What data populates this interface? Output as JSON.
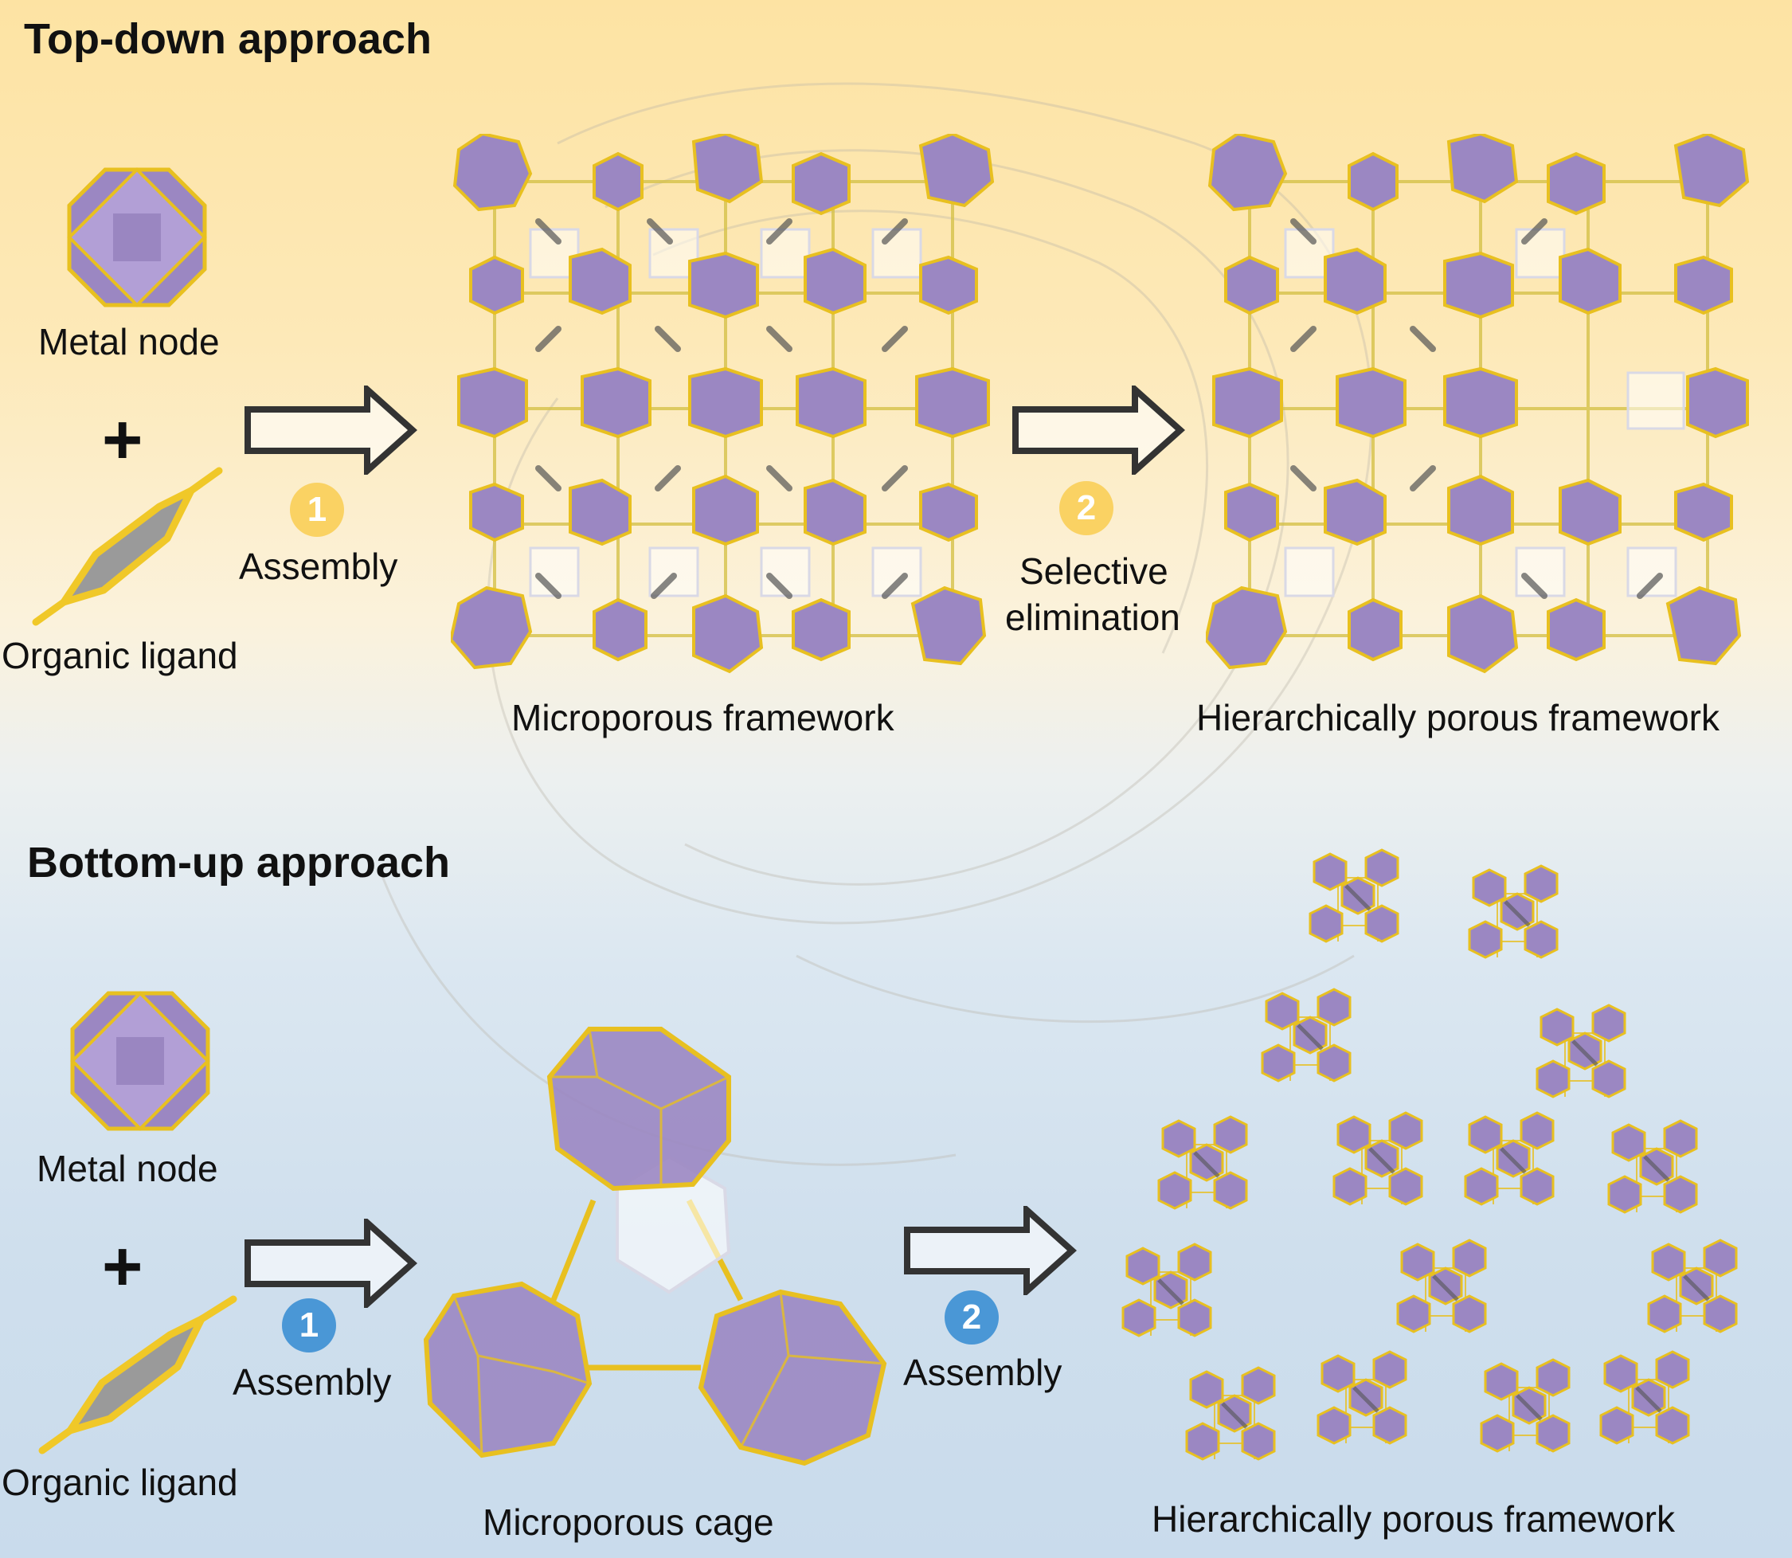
{
  "top": {
    "title": "Top-down approach",
    "metal_node_label": "Metal node",
    "plus": "+",
    "organic_ligand_label": "Organic ligand",
    "step1": {
      "number": "1",
      "label": "Assembly"
    },
    "step2": {
      "number": "2",
      "label_line1": "Selective",
      "label_line2": "elimination"
    },
    "framework1_label": "Microporous framework",
    "framework2_label": "Hierarchically porous framework"
  },
  "bottom": {
    "title": "Bottom-up approach",
    "metal_node_label": "Metal node",
    "plus": "+",
    "organic_ligand_label": "Organic ligand",
    "step1": {
      "number": "1",
      "label": "Assembly"
    },
    "step2": {
      "number": "2",
      "label": "Assembly"
    },
    "cage_label": "Microporous cage",
    "framework_label": "Hierarchically porous framework"
  },
  "colors": {
    "node_fill": "#9b87c2",
    "node_edge": "#e8c020",
    "ligand_fill": "#9a9a9a",
    "ligand_edge": "#f0c828",
    "badge_top": "#fad263",
    "badge_bottom": "#4a97d6",
    "arrow_stroke": "#333333"
  }
}
